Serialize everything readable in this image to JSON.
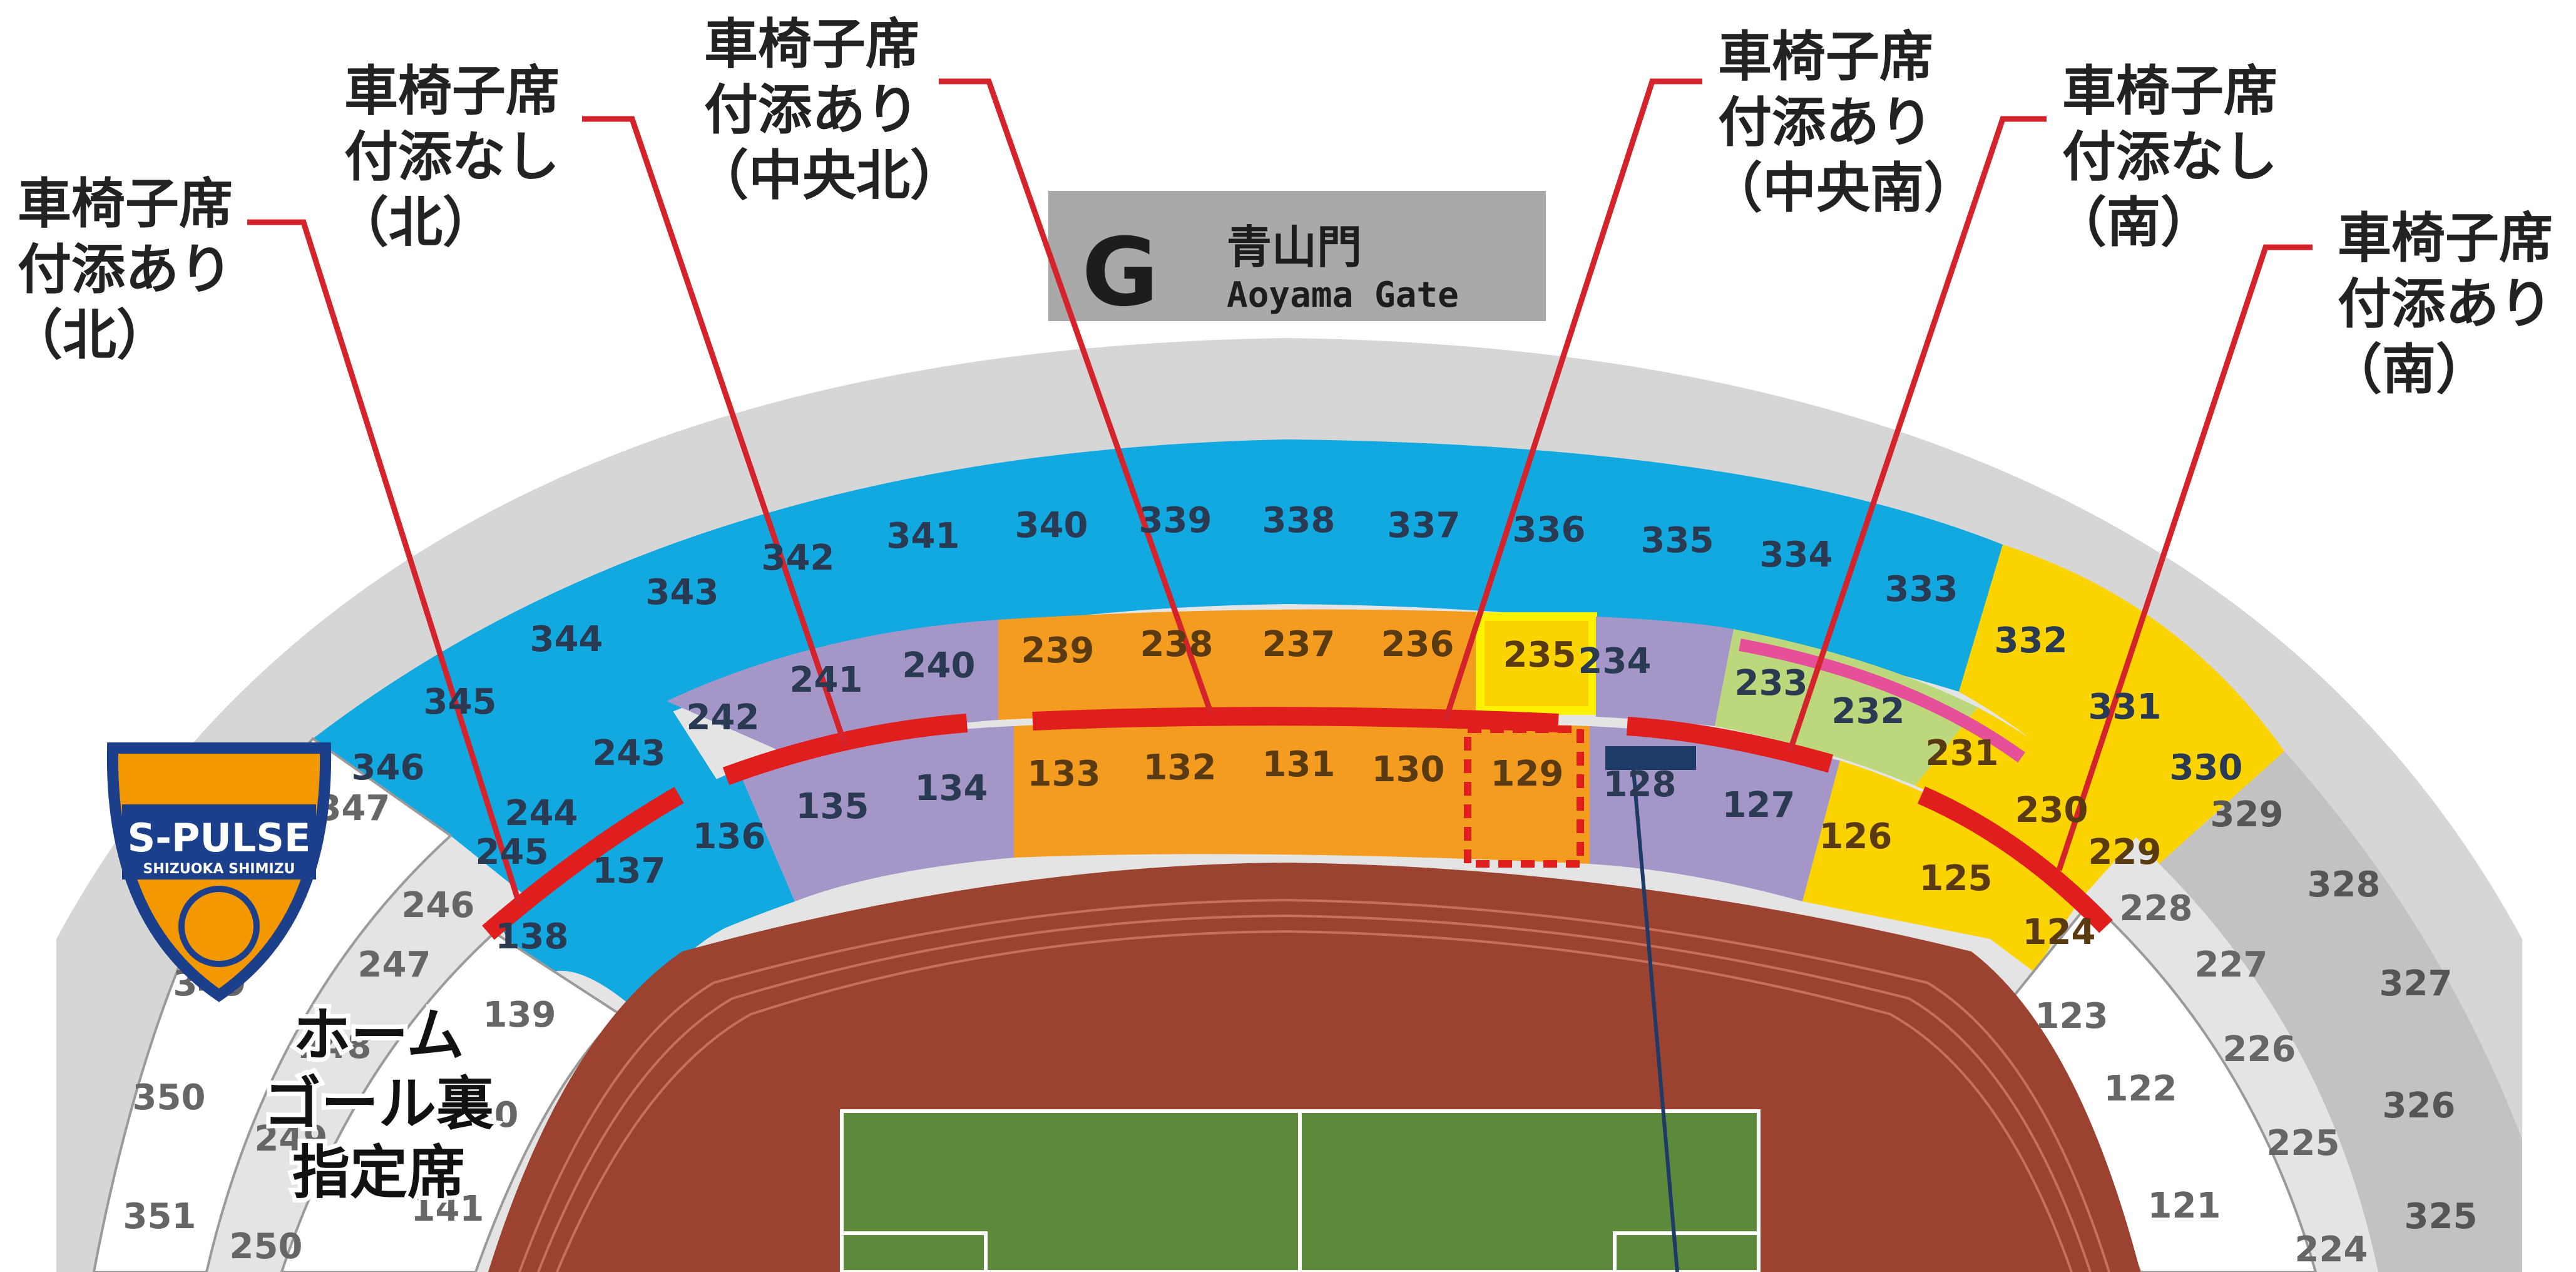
{
  "gate": {
    "letter": "G",
    "name_jp": "青山門",
    "name_en": "Aoyama Gate"
  },
  "home_label": [
    "ホーム",
    "ゴール裏",
    "指定席"
  ],
  "logo": {
    "main": "S-PULSE",
    "sub": "SHIZUOKA SHIMIZU"
  },
  "callouts": [
    {
      "id": "north-with",
      "lines": [
        "車椅子席",
        "付添あり",
        "（北）"
      ]
    },
    {
      "id": "north-without",
      "lines": [
        "車椅子席",
        "付添なし",
        "（北）"
      ]
    },
    {
      "id": "center-north",
      "lines": [
        "車椅子席",
        "付添あり",
        "（中央北）"
      ]
    },
    {
      "id": "center-south",
      "lines": [
        "車椅子席",
        "付添あり",
        "（中央南）"
      ]
    },
    {
      "id": "south-without",
      "lines": [
        "車椅子席",
        "付添なし",
        "（南）"
      ]
    },
    {
      "id": "south-with",
      "lines": [
        "車椅子席",
        "付添あり",
        "（南）"
      ]
    }
  ],
  "colors": {
    "upper_blue": "#12a8e0",
    "lower_purple": "#a596c8",
    "orange": "#f39c1f",
    "yellow": "#fbd400",
    "green": "#bcd77c",
    "gray_section": "#c8c8c8",
    "white_section": "#ffffff",
    "concourse": "#cfcfcf",
    "track": "#9c4230",
    "field": "#5d8a3a",
    "wheelchair_line": "#e01e1e",
    "highlight_pink": "#e6509a",
    "camera_marker": "#1e3a66",
    "section_text_dark": "#333333",
    "section_text_light": "#666666"
  },
  "sections": {
    "upper_blue": [
      "346",
      "345",
      "344",
      "343",
      "342",
      "341",
      "340",
      "339",
      "338",
      "337",
      "336",
      "335",
      "334",
      "333"
    ],
    "upper_yellow": [
      "332",
      "331",
      "330"
    ],
    "upper_gray": [
      "329",
      "328",
      "327",
      "326",
      "325"
    ],
    "upper_white": [
      "347",
      "348",
      "349",
      "350",
      "351"
    ],
    "mid_blue": [
      "245",
      "244",
      "243"
    ],
    "mid_purple": [
      "242",
      "241",
      "240",
      "234"
    ],
    "mid_orange": [
      "239",
      "238",
      "237",
      "236"
    ],
    "mid_highlight": [
      "235"
    ],
    "mid_green": [
      "233",
      "232"
    ],
    "mid_yellow": [
      "231",
      "230",
      "229"
    ],
    "mid_white_north": [
      "246",
      "247",
      "248",
      "249",
      "250"
    ],
    "mid_white_south": [
      "228",
      "227",
      "226",
      "225",
      "224"
    ],
    "lower_blue": [
      "138",
      "137",
      "136"
    ],
    "lower_purple": [
      "135",
      "134",
      "128",
      "127"
    ],
    "lower_orange": [
      "133",
      "132",
      "131",
      "130",
      "129"
    ],
    "lower_yellow": [
      "126",
      "125",
      "124"
    ],
    "lower_white_north": [
      "139",
      "140",
      "141"
    ],
    "lower_white_south": [
      "123",
      "122",
      "121"
    ]
  }
}
